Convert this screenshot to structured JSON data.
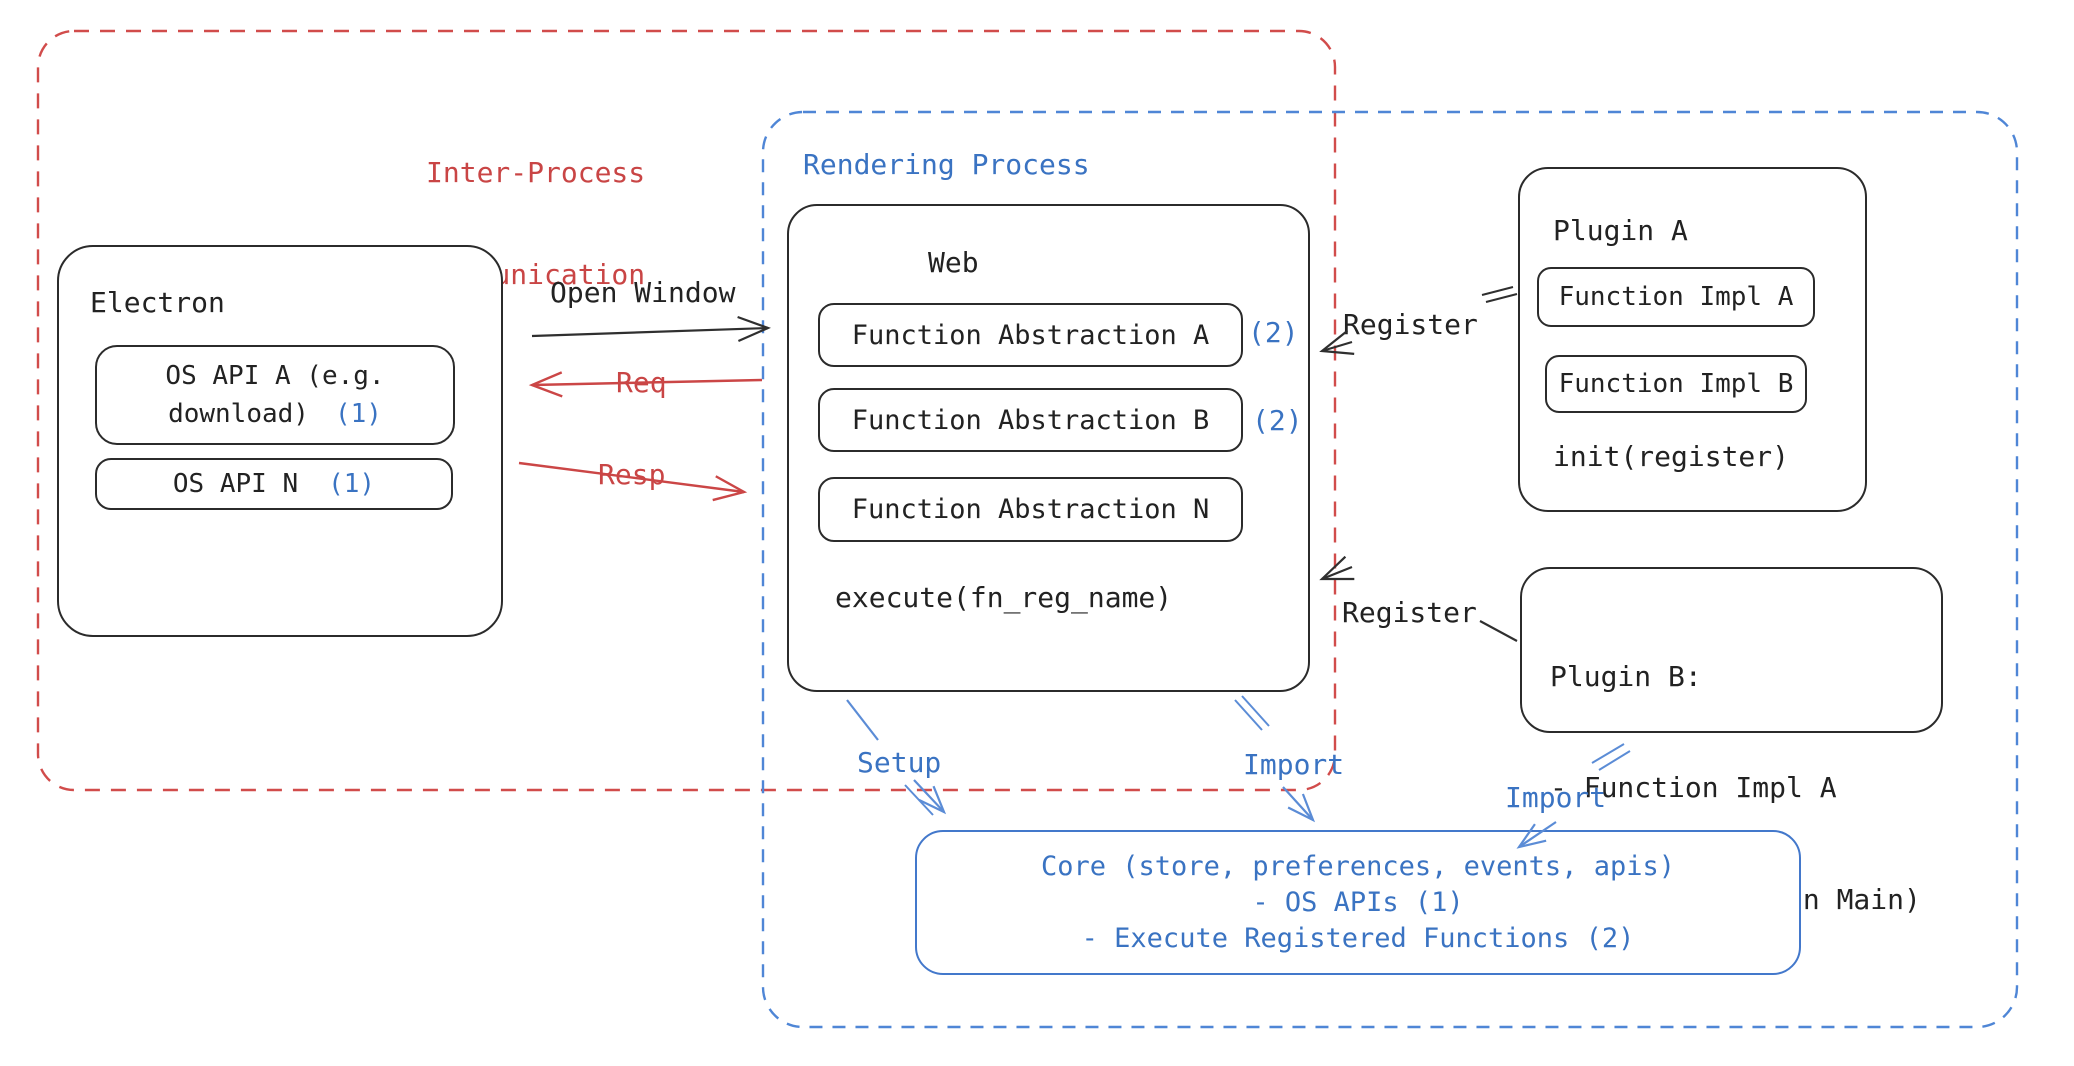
{
  "regions": {
    "ipc": {
      "label_line1": "Inter-Process",
      "label_line2": "Communication"
    },
    "rendering": {
      "label": "Rendering Process"
    }
  },
  "electron": {
    "title": "Electron",
    "os_api_a_line1": "OS API A (e.g.",
    "os_api_a_line2": "download)",
    "os_api_a_badge": "(1)",
    "os_api_n_label": "OS API N",
    "os_api_n_badge": "(1)"
  },
  "web": {
    "title": "Web",
    "fa_a_label": "Function Abstraction A",
    "fa_a_badge": "(2)",
    "fa_b_label": "Function Abstraction B",
    "fa_b_badge": "(2)",
    "fa_n_label": "Function Abstraction N",
    "execute_label": "execute(fn_reg_name)"
  },
  "plugin_a": {
    "title": "Plugin A",
    "impl_a_label": "Function Impl A",
    "impl_b_label": "Function Impl B",
    "init_label": "init(register)"
  },
  "plugin_b": {
    "title": "Plugin B:",
    "item_1": "- Function Impl A",
    "item_2": "- Module (run on Main)"
  },
  "core": {
    "line1": "Core (store, preferences, events, apis)",
    "line2": "- OS APIs (1)",
    "line3": "- Execute Registered Functions (2)"
  },
  "arrows": {
    "open_window": "Open Window",
    "req": "Req",
    "resp": "Resp",
    "register_1": "Register",
    "register_2": "Register",
    "setup": "Setup",
    "import_1": "Import",
    "import_2": "Import"
  },
  "colors": {
    "red": "#c94545",
    "red_dash": "#d14c4b",
    "blue": "#3a73c2",
    "blue_dash": "#4f86d6",
    "blue_stroke": "#5b8cd6",
    "black": "#222222"
  }
}
